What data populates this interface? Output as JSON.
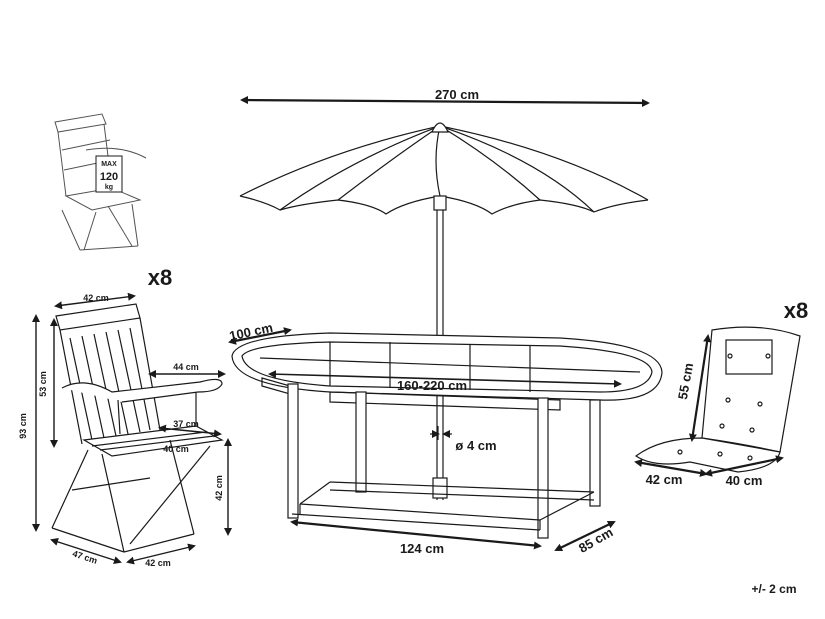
{
  "labels": {
    "umbrella_width": "270 cm",
    "table_width": "100 cm",
    "table_length": "160-220 cm",
    "pole_diameter": "ø 4 cm",
    "table_base_length": "124 cm",
    "table_base_width": "85 cm",
    "chair_quantity": "x8",
    "cushion_quantity": "x8",
    "chair_back_width": "42 cm",
    "chair_arm_depth": "44 cm",
    "chair_seat_depth": "37 cm",
    "chair_seat_width": "40 cm",
    "chair_total_height": "93 cm",
    "chair_back_height": "53 cm",
    "chair_seat_height": "42 cm",
    "chair_base_depth": "47 cm",
    "chair_base_width": "42 cm",
    "cushion_back_height": "55 cm",
    "cushion_seat_width": "42 cm",
    "cushion_seat_depth": "40 cm",
    "tolerance": "+/- 2 cm"
  },
  "load_badge": {
    "line1": "MAX",
    "line2": "120",
    "line3": "kg"
  }
}
